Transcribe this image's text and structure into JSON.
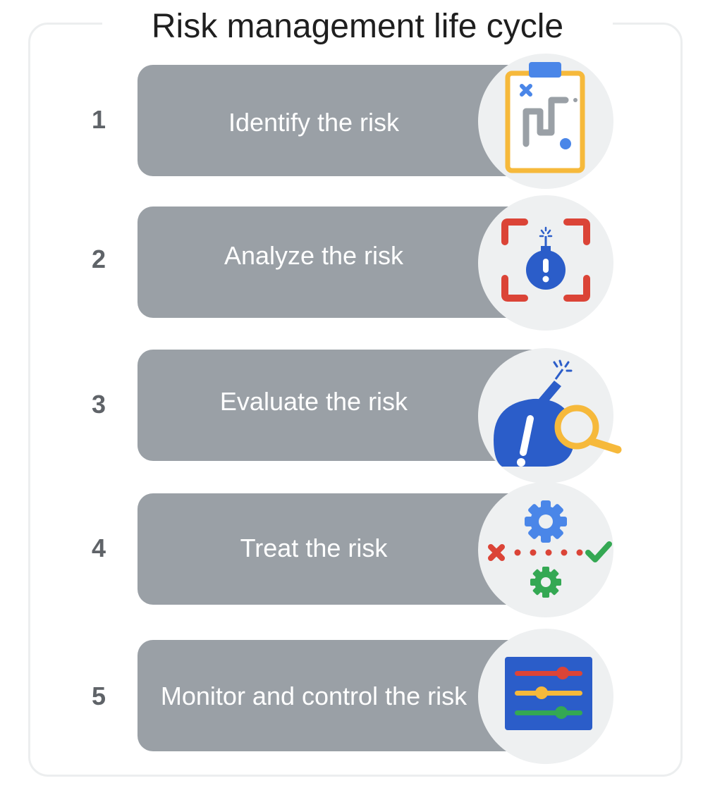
{
  "title": "Risk management life cycle",
  "steps": [
    {
      "number": "1",
      "label": "Identify the risk",
      "icon": "clipboard-plan-icon"
    },
    {
      "number": "2",
      "label": "Analyze the risk",
      "icon": "bomb-focus-icon"
    },
    {
      "number": "3",
      "label": "Evaluate the risk",
      "icon": "bomb-magnifier-icon"
    },
    {
      "number": "4",
      "label": "Treat the risk",
      "icon": "gears-path-icon"
    },
    {
      "number": "5",
      "label": "Monitor and control the risk",
      "icon": "sliders-icon"
    }
  ],
  "colors": {
    "bar": "#9aa0a6",
    "number": "#5f6368",
    "icon_circle": "#eef0f1",
    "blue": "#2b5dc9",
    "yellow": "#f6b93b",
    "red": "#db4437",
    "green": "#34a853"
  }
}
